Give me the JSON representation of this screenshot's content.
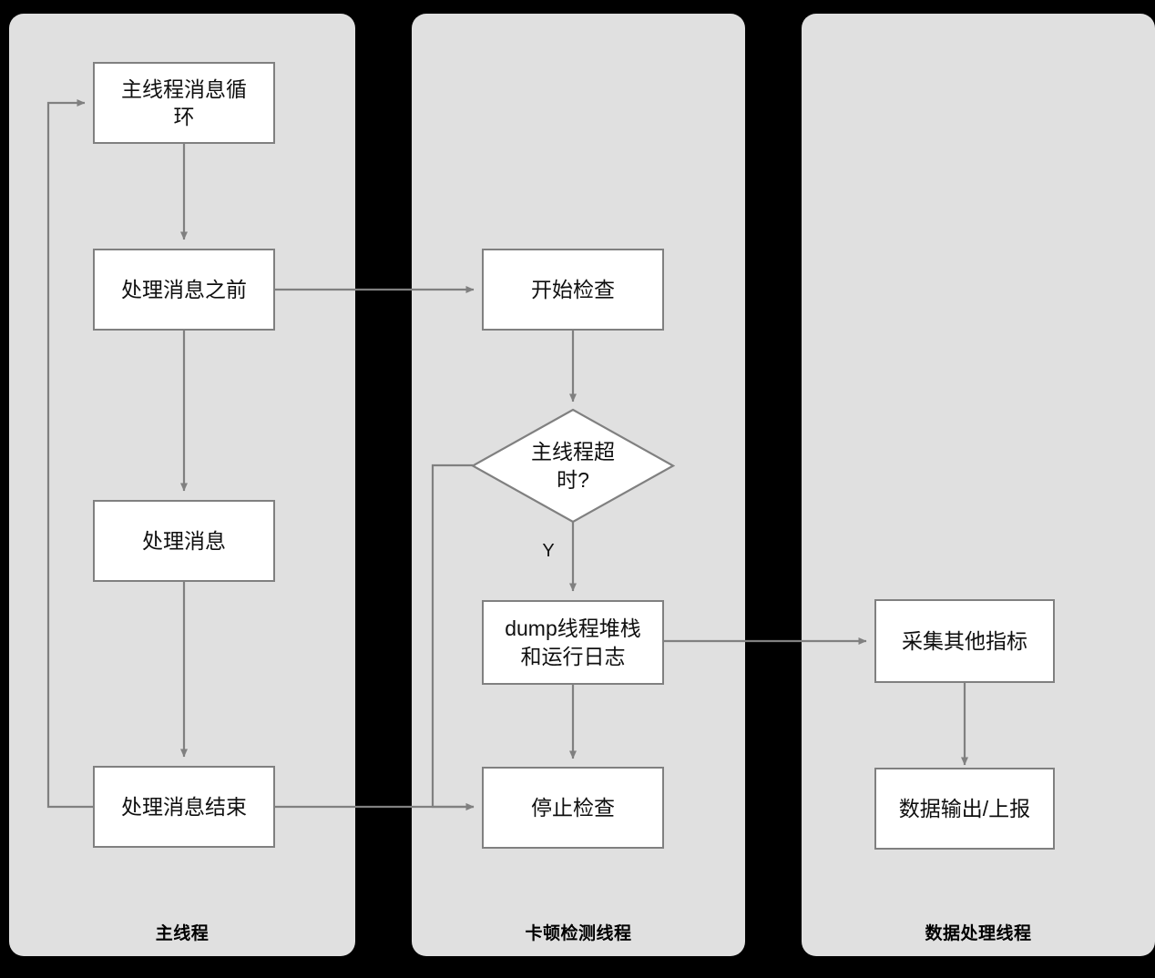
{
  "diagram": {
    "type": "flowchart",
    "orientation": "vertical-swimlanes",
    "background_color": "#000000",
    "lane_fill": "#e0e0e0",
    "node_fill": "#ffffff",
    "stroke_color": "#808080",
    "text_color": "#0f0f0f"
  },
  "lanes": [
    {
      "id": "main-thread",
      "label": "主线程"
    },
    {
      "id": "stall-detection",
      "label": "卡顿检测线程"
    },
    {
      "id": "data-processing",
      "label": "数据处理线程"
    }
  ],
  "nodes": [
    {
      "id": "main-loop",
      "lane": "main-thread",
      "shape": "process",
      "label": "主线程消息循\n环"
    },
    {
      "id": "before-message",
      "lane": "main-thread",
      "shape": "process",
      "label": "处理消息之前"
    },
    {
      "id": "handle-message",
      "lane": "main-thread",
      "shape": "process",
      "label": "处理消息"
    },
    {
      "id": "message-end",
      "lane": "main-thread",
      "shape": "process",
      "label": "处理消息结束"
    },
    {
      "id": "start-check",
      "lane": "stall-detection",
      "shape": "process",
      "label": "开始检查"
    },
    {
      "id": "timeout-decision",
      "lane": "stall-detection",
      "shape": "decision",
      "label": "主线程超\n时?"
    },
    {
      "id": "dump-stack",
      "lane": "stall-detection",
      "shape": "process",
      "label": "dump线程堆栈\n和运行日志"
    },
    {
      "id": "stop-check",
      "lane": "stall-detection",
      "shape": "process",
      "label": "停止检查"
    },
    {
      "id": "collect-metrics",
      "lane": "data-processing",
      "shape": "process",
      "label": "采集其他指标"
    },
    {
      "id": "output-report",
      "lane": "data-processing",
      "shape": "process",
      "label": "数据输出/上报"
    }
  ],
  "edges": [
    {
      "from": "main-loop",
      "to": "before-message",
      "label": ""
    },
    {
      "from": "before-message",
      "to": "handle-message",
      "label": ""
    },
    {
      "from": "handle-message",
      "to": "message-end",
      "label": ""
    },
    {
      "from": "message-end",
      "to": "main-loop",
      "label": ""
    },
    {
      "from": "before-message",
      "to": "start-check",
      "label": ""
    },
    {
      "from": "start-check",
      "to": "timeout-decision",
      "label": ""
    },
    {
      "from": "timeout-decision",
      "to": "dump-stack",
      "label": "Y"
    },
    {
      "from": "timeout-decision",
      "to": "stop-check",
      "label": ""
    },
    {
      "from": "dump-stack",
      "to": "stop-check",
      "label": ""
    },
    {
      "from": "message-end",
      "to": "stop-check",
      "label": ""
    },
    {
      "from": "dump-stack",
      "to": "collect-metrics",
      "label": ""
    },
    {
      "from": "collect-metrics",
      "to": "output-report",
      "label": ""
    }
  ],
  "edge_labels": {
    "yes": "Y"
  }
}
